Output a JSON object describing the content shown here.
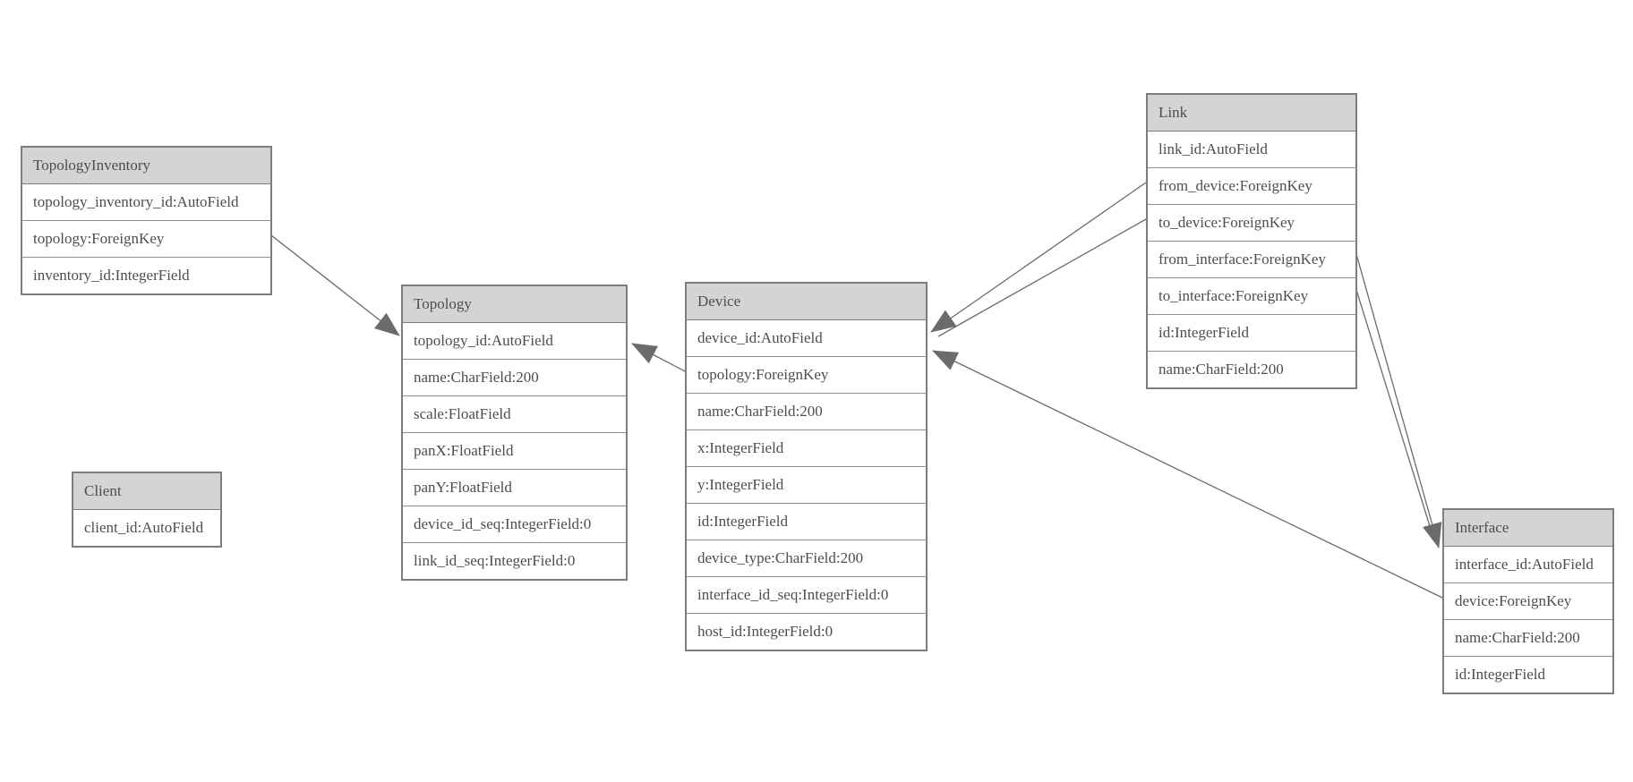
{
  "colors": {
    "header_fill": "#d4d4d4",
    "table_border": "#7d7d7d",
    "row_border": "#8f8f8f",
    "text": "#4d4d4d",
    "edge_line": "#6a6a6a",
    "arrowhead": "#6b6b6b",
    "background": "#ffffff"
  },
  "entities": {
    "topology_inventory": {
      "title": "TopologyInventory",
      "fields": [
        "topology_inventory_id:AutoField",
        "topology:ForeignKey",
        "inventory_id:IntegerField"
      ]
    },
    "topology": {
      "title": "Topology",
      "fields": [
        "topology_id:AutoField",
        "name:CharField:200",
        "scale:FloatField",
        "panX:FloatField",
        "panY:FloatField",
        "device_id_seq:IntegerField:0",
        "link_id_seq:IntegerField:0"
      ]
    },
    "client": {
      "title": "Client",
      "fields": [
        "client_id:AutoField"
      ]
    },
    "device": {
      "title": "Device",
      "fields": [
        "device_id:AutoField",
        "topology:ForeignKey",
        "name:CharField:200",
        "x:IntegerField",
        "y:IntegerField",
        "id:IntegerField",
        "device_type:CharField:200",
        "interface_id_seq:IntegerField:0",
        "host_id:IntegerField:0"
      ]
    },
    "link": {
      "title": "Link",
      "fields": [
        "link_id:AutoField",
        "from_device:ForeignKey",
        "to_device:ForeignKey",
        "from_interface:ForeignKey",
        "to_interface:ForeignKey",
        "id:IntegerField",
        "name:CharField:200"
      ]
    },
    "interface": {
      "title": "Interface",
      "fields": [
        "interface_id:AutoField",
        "device:ForeignKey",
        "name:CharField:200",
        "id:IntegerField"
      ]
    }
  },
  "relationships": [
    {
      "from": "TopologyInventory.topology",
      "to": "Topology"
    },
    {
      "from": "Device.topology",
      "to": "Topology"
    },
    {
      "from": "Link.from_device",
      "to": "Device"
    },
    {
      "from": "Link.to_device",
      "to": "Device"
    },
    {
      "from": "Interface.device",
      "to": "Device"
    },
    {
      "from": "Link.from_interface",
      "to": "Interface"
    },
    {
      "from": "Link.to_interface",
      "to": "Interface"
    }
  ]
}
